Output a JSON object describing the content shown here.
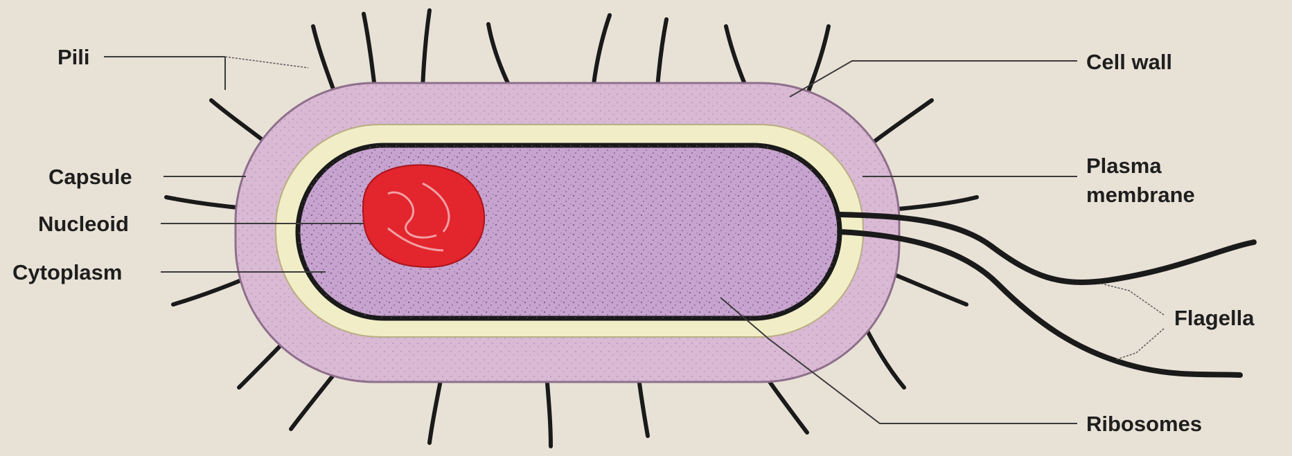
{
  "labels": {
    "pili": "Pili",
    "capsule": "Capsule",
    "nucleoid": "Nucleoid",
    "cytoplasm": "Cytoplasm",
    "cell_wall": "Cell wall",
    "plasma_membrane_line1": "Plasma",
    "plasma_membrane_line2": "membrane",
    "flagella": "Flagella",
    "ribosomes": "Ribosomes"
  },
  "colors": {
    "background": "#e8e1d6",
    "capsule": "#d9b9d3",
    "cell_wall": "#f1edc6",
    "cytoplasm": "#c7a3cf",
    "nucleoid": "#e3252d",
    "outline": "#1a1a1a"
  }
}
